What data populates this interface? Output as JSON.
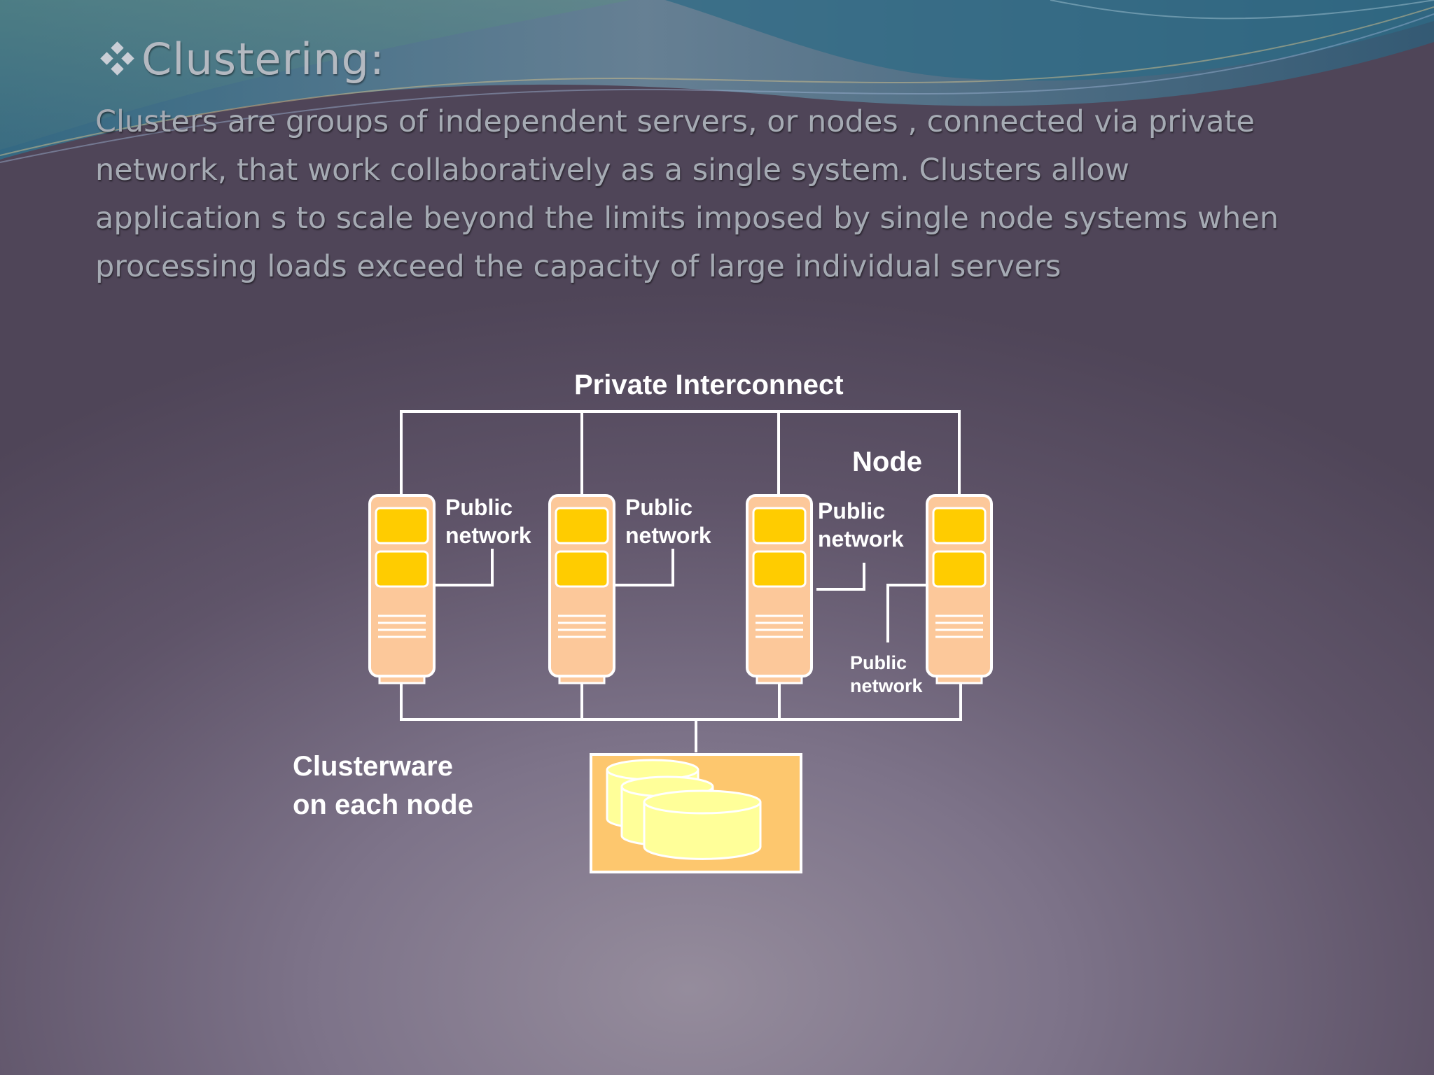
{
  "slide": {
    "title": "Clustering:",
    "body": "Clusters are groups of independent servers, or nodes , connected via private network, that work collaboratively as a single  system. Clusters allow  application s to scale beyond the limits imposed by single node systems when processing  loads exceed the capacity of  large individual servers"
  },
  "diagram": {
    "interconnect_label": "Private Interconnect",
    "node_label": "Node",
    "clusterware_line1": "Clusterware",
    "clusterware_line2": "on each node",
    "public_line1": "Public",
    "public_line2": "network",
    "node_count": 4,
    "colors": {
      "server_body": "#fcc89a",
      "server_slot": "#ffcc00",
      "storage_box": "#fdc76e",
      "disk": "#ffff99",
      "lines": "#ffffff"
    }
  }
}
